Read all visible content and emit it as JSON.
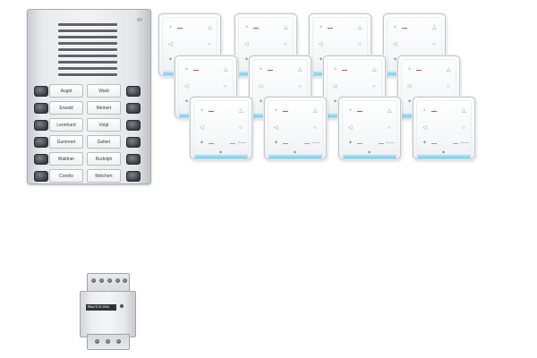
{
  "door_panel": {
    "name_tags": [
      {
        "left": "Augst",
        "right": "Wald"
      },
      {
        "left": "Erwald",
        "right": "Meinert"
      },
      {
        "left": "Leonhard",
        "right": "Voigt"
      },
      {
        "left": "Gummert",
        "right": "Gellert"
      },
      {
        "left": "Waldner",
        "right": "Rudolph"
      },
      {
        "left": "Corelio",
        "right": "Melchert"
      }
    ]
  },
  "indoor_stations": {
    "count": 12,
    "icons": [
      "microphone-icon",
      "bell-icon",
      "speaker-icon",
      "hand-icon",
      "key-icon",
      "light-icon",
      "door-icon",
      "logo-icon"
    ],
    "led_colors": {
      "red": "#e0464a",
      "green": "#5cc46a",
      "blue": "#6fb6e6",
      "glow": "#7fcfee"
    }
  },
  "power_supply": {
    "label": "Ritto/TCS 2094"
  }
}
